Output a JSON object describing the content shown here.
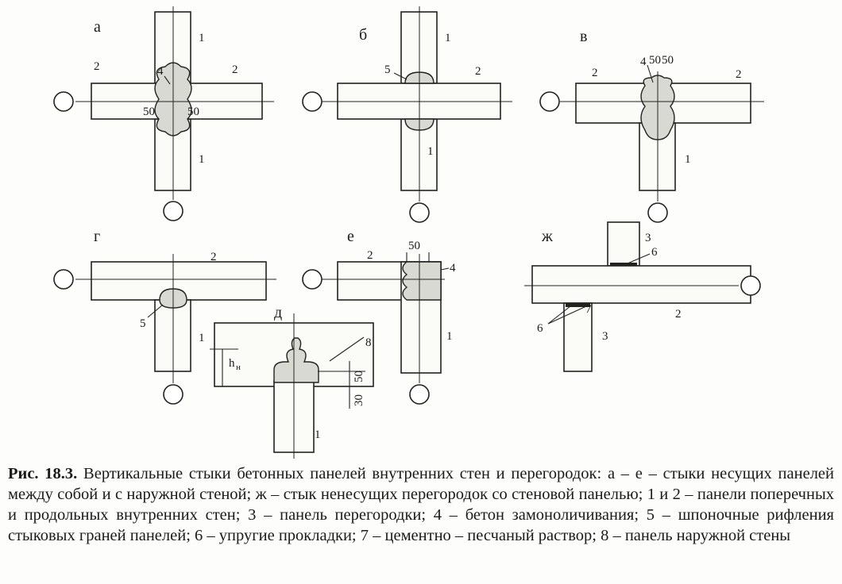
{
  "figure": {
    "a": {
      "letter": "а",
      "labels": [
        "1",
        "2",
        "4",
        "2",
        "50",
        "50",
        "1"
      ]
    },
    "b": {
      "letter": "б",
      "labels": [
        "1",
        "5",
        "2",
        "1"
      ]
    },
    "v": {
      "letter": "в",
      "labels": [
        "4",
        "50",
        "50",
        "2",
        "2",
        "1"
      ]
    },
    "g": {
      "letter": "г",
      "labels": [
        "2",
        "5",
        "1"
      ]
    },
    "e": {
      "letter": "е",
      "labels": [
        "50",
        "2",
        "4",
        "1"
      ]
    },
    "d": {
      "letter": "д",
      "labels": [
        "h",
        "н",
        "8",
        "50",
        "30",
        "1"
      ]
    },
    "zh": {
      "letter": "ж",
      "labels": [
        "3",
        "6",
        "2",
        "7",
        "6",
        "3"
      ]
    }
  },
  "caption": {
    "label": "Рис. 18.3.",
    "text": " Вертикальные стыки бетонных панелей внутренних стен и перегородок: а – е – стыки несущих панелей между собой и с наружной стеной; ж – стык ненесущих перегородок со стеновой панелью; 1 и 2 – панели поперечных и продольных внутренних стен; 3 – панель перегородки; 4 – бетон замоноличивания; 5 – шпоночные рифления стыковых граней панелей; 6 – упругие прокладки; 7 – цементно – песчаный раствор;  8 – панель наружной стены"
  }
}
